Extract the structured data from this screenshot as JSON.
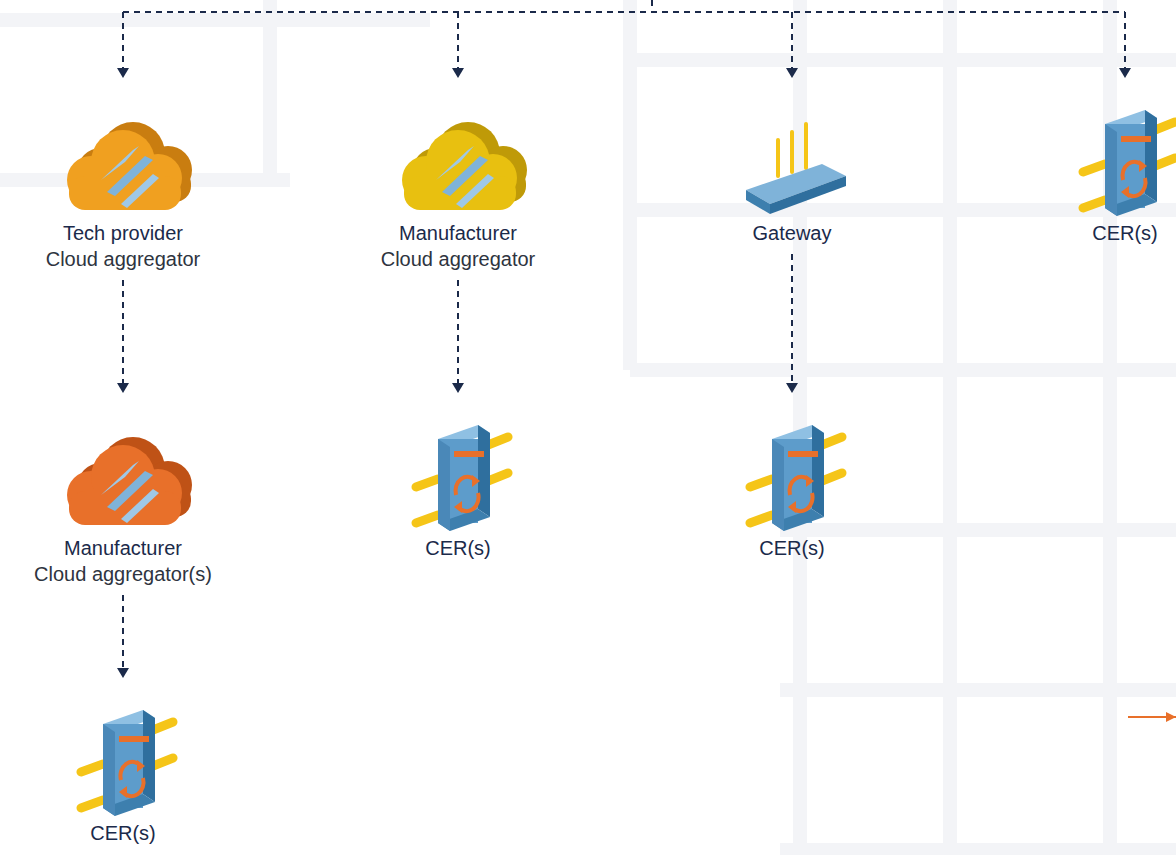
{
  "diagram": {
    "nodes": [
      {
        "text": [
          "Tech provider",
          "Cloud aggregator"
        ]
      },
      {
        "text": [
          "Manufacturer",
          "Cloud aggregator"
        ]
      },
      {
        "text": [
          "Gateway"
        ]
      },
      {
        "text": [
          "CER(s)"
        ]
      },
      {
        "text": [
          "Manufacturer",
          "Cloud aggregator(s)"
        ]
      },
      {
        "text": [
          "CER(s)"
        ]
      },
      {
        "text": [
          "CER(s)"
        ]
      },
      {
        "text": [
          "CER(s)"
        ]
      }
    ],
    "edges": [
      {
        "from": 0,
        "to": 4,
        "arrow": "to"
      },
      {
        "from": 1,
        "to": 5,
        "arrow": "to"
      },
      {
        "from": 2,
        "to": 6,
        "arrow": "to"
      },
      {
        "from": 4,
        "to": 7,
        "arrow": "to"
      }
    ]
  }
}
